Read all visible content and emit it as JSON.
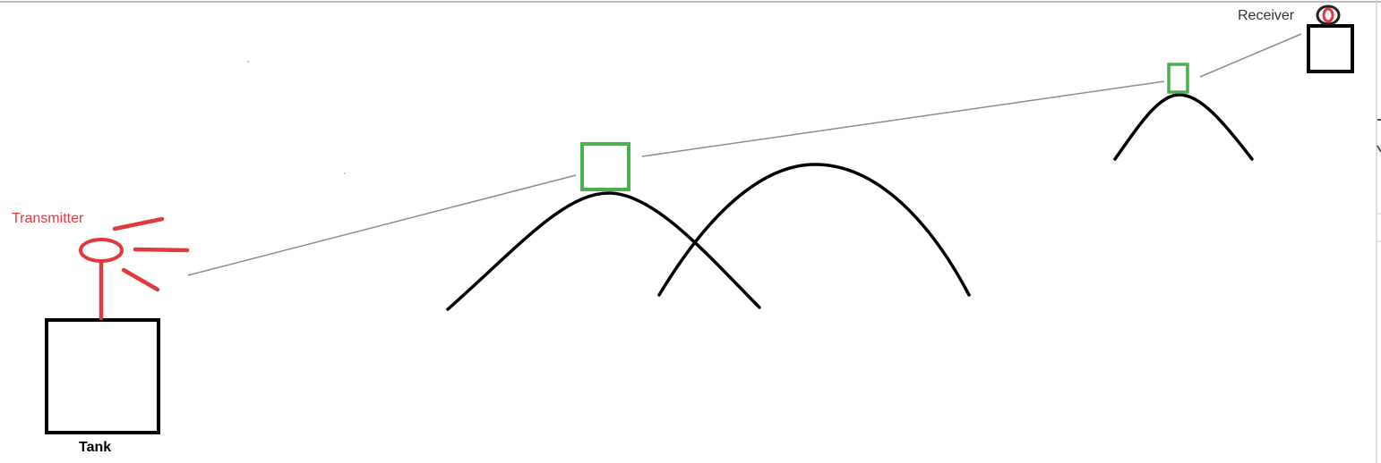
{
  "diagram": {
    "labels": {
      "transmitter": "Transmitter",
      "receiver": "Receiver",
      "tank": "Tank"
    },
    "colors": {
      "background": "#ffffff",
      "outline": "#000000",
      "transmitter": "#e0393e",
      "relay": "#4caf50",
      "signal_path": "#8c8c8c",
      "frame": "#bdbdbd"
    },
    "elements": {
      "tank": "square",
      "transmitter": "antenna with radiating lines",
      "relays": 2,
      "hills": 3,
      "receiver": "square with red ring"
    }
  }
}
